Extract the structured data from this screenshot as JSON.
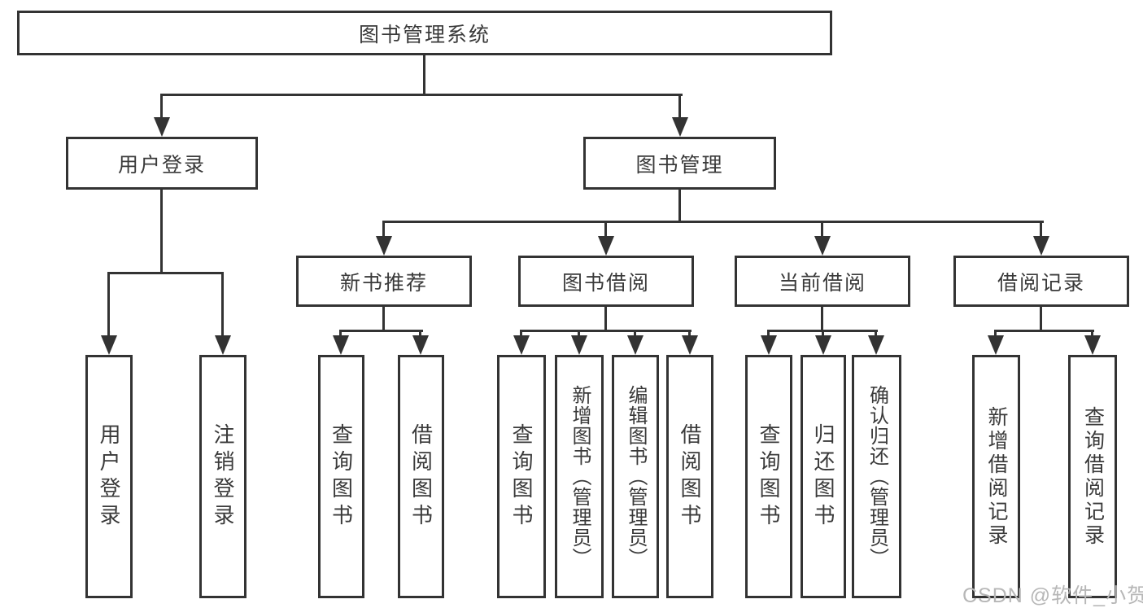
{
  "tree": {
    "root": {
      "label": "图书管理系统"
    },
    "branches": [
      {
        "label": "用户登录",
        "children": [
          {
            "label": "用户登录"
          },
          {
            "label": "注销登录"
          }
        ]
      },
      {
        "label": "图书管理",
        "children": [
          {
            "label": "新书推荐",
            "children": [
              {
                "label": "查询图书"
              },
              {
                "label": "借阅图书"
              }
            ]
          },
          {
            "label": "图书借阅",
            "children": [
              {
                "label": "查询图书"
              },
              {
                "label": "新增图书（管理员）"
              },
              {
                "label": "编辑图书（管理员）"
              },
              {
                "label": "借阅图书"
              }
            ]
          },
          {
            "label": "当前借阅",
            "children": [
              {
                "label": "查询图书"
              },
              {
                "label": "归还图书"
              },
              {
                "label": "确认归还（管理员）"
              }
            ]
          },
          {
            "label": "借阅记录",
            "children": [
              {
                "label": "新增借阅记录"
              },
              {
                "label": "查询借阅记录"
              }
            ]
          }
        ]
      }
    ]
  },
  "watermark": {
    "text": "CSDN @软件_小贺同学"
  },
  "colors": {
    "line": "#333333",
    "text": "#3a3a3a",
    "watermark": "#b7b7b7",
    "background": "#ffffff"
  }
}
